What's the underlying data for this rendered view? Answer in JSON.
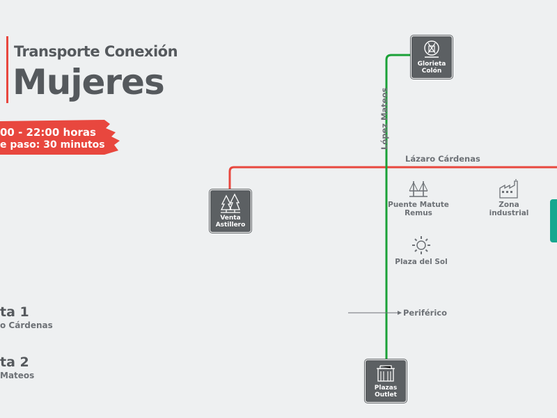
{
  "title": {
    "line1": "Transporte Conexión",
    "line2": "Mujeres"
  },
  "schedule": {
    "hours": "00 - 22:00 horas",
    "frequency": "e paso: 30 minutos"
  },
  "routes": [
    {
      "name": "ta 1",
      "street": "o Cárdenas",
      "color": "#e8473e"
    },
    {
      "name": "ta 2",
      "street": "Mateos",
      "color": "#1aa137"
    }
  ],
  "streets": {
    "vertical": "López Mateos",
    "horizontal": "Lázaro Cárdenas",
    "periferico": "Periférico"
  },
  "stations": {
    "glorieta": {
      "line1": "Glorieta",
      "line2": "Colón",
      "icon": "minerva-monument-icon"
    },
    "venta": {
      "line1": "Venta",
      "line2": "Astillero",
      "icon": "pine-trees-icon"
    },
    "plazas": {
      "line1": "Plazas",
      "line2": "Outlet",
      "icon": "shopping-building-icon"
    }
  },
  "landmarks": {
    "puente": {
      "line1": "Puente Matute",
      "line2": "Remus",
      "icon": "bridge-icon"
    },
    "zona": {
      "line1": "Zona",
      "line2": "industrial",
      "icon": "factory-icon"
    },
    "plaza_sol": {
      "line1": "Plaza del Sol",
      "icon": "sun-icon"
    }
  },
  "colors": {
    "background": "#eef0f1",
    "red_line": "#e8473e",
    "green_line": "#1aa137",
    "station_fill": "#5c6063",
    "teal_station": "#17a78f",
    "text_gray": "#55595d"
  }
}
